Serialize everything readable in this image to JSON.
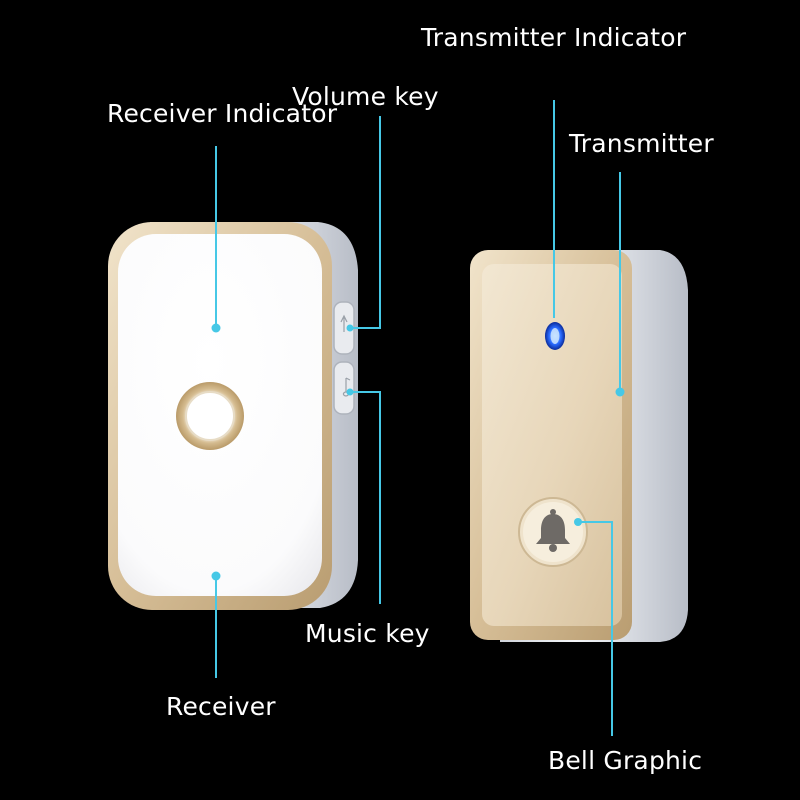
{
  "labels": {
    "transmitter_indicator": "Transmitter Indicator",
    "volume_key": "Volume key",
    "receiver_indicator": "Receiver Indicator",
    "transmitter": "Transmitter",
    "music_key": "Music key",
    "receiver": "Receiver",
    "bell_graphic": "Bell Graphic"
  },
  "colors": {
    "background": "#000000",
    "callout_line": "#46c8e6",
    "label_text": "#ffffff",
    "gold_trim": "#d8c3a0",
    "indicator_blue": "#2a6bff"
  }
}
